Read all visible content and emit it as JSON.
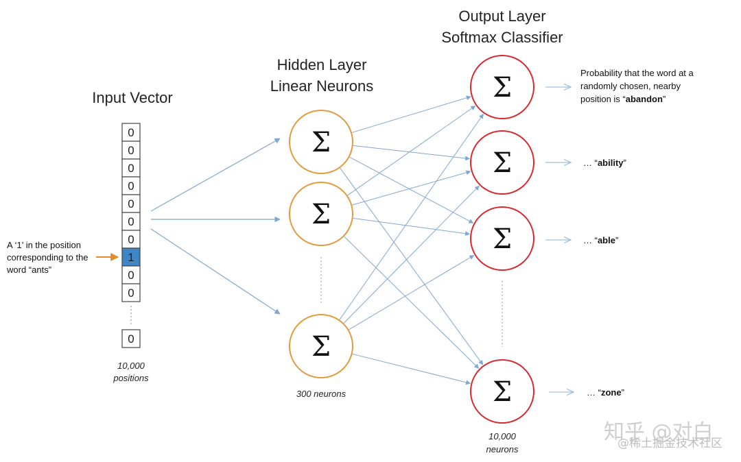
{
  "headers": {
    "input": "Input Vector",
    "hidden_line1": "Hidden Layer",
    "hidden_line2": "Linear Neurons",
    "output_line1": "Output Layer",
    "output_line2": "Softmax Classifier"
  },
  "input_vector": {
    "cells": [
      "0",
      "0",
      "0",
      "0",
      "0",
      "0",
      "0",
      "1",
      "0",
      "0"
    ],
    "last_cell": "0",
    "highlight_index": 7,
    "caption_line1": "10,000",
    "caption_line2": "positions"
  },
  "input_annotation": {
    "line1": "A ‘1’ in the position",
    "line2": "corresponding to the",
    "line3": "word “ants”"
  },
  "neuron_symbol": "Σ",
  "hidden_caption": "300 neurons",
  "output_caption_line1": "10,000",
  "output_caption_line2": "neurons",
  "output_labels": {
    "first": {
      "line1": "Probability that the word at a",
      "line2": "randomly chosen, nearby",
      "line3_prefix": "position is “",
      "line3_bold": "abandon",
      "line3_suffix": "”"
    },
    "ability": {
      "prefix": "… “",
      "bold": "ability",
      "suffix": "”"
    },
    "able": {
      "prefix": "… “",
      "bold": "able",
      "suffix": "”"
    },
    "zone": {
      "prefix": "… “",
      "bold": "zone",
      "suffix": "”"
    }
  },
  "watermark": {
    "line1": "知乎 @对白",
    "line2": "@稀土掘金技术社区"
  },
  "colors": {
    "hidden_stroke": "#e39a3b",
    "output_stroke": "#d9272e",
    "arrow": "#7fa7cf",
    "highlight_fill": "#3f86c6",
    "orange_arrow": "#e38a2e"
  }
}
